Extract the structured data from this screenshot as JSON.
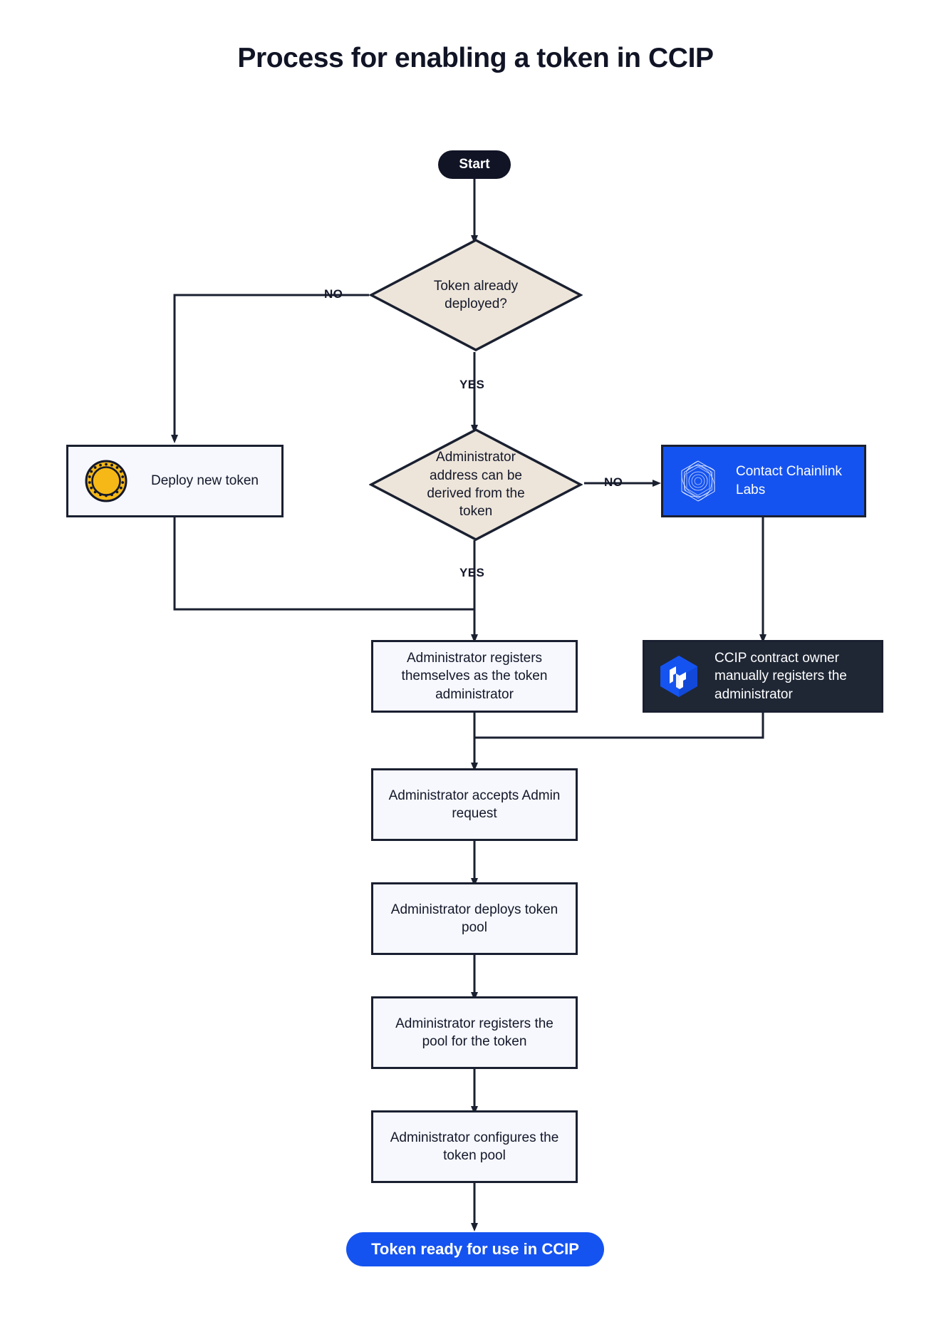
{
  "title": "Process for enabling a token in CCIP",
  "colors": {
    "ink": "#1A2030",
    "diamond_fill": "#EDE5DA",
    "box_fill": "#F6F8FD",
    "brand_blue": "#1553F0",
    "dark_navy": "#1F2735",
    "coin_gold": "#F5B816"
  },
  "nodes": {
    "start": {
      "label": "Start",
      "shape": "pill"
    },
    "decision_deployed": {
      "label": "Token already deployed?",
      "shape": "diamond"
    },
    "deploy_new_token": {
      "label": "Deploy new token",
      "shape": "process",
      "icon": "gold-coin-icon"
    },
    "decision_admin_derived": {
      "label": "Administrator address can be derived from the token",
      "shape": "diamond"
    },
    "contact_chainlink": {
      "label": "Contact Chainlink Labs",
      "shape": "process",
      "icon": "chainlink-spiral-icon"
    },
    "admin_registers_self": {
      "label": "Administrator registers themselves as the token administrator",
      "shape": "process"
    },
    "ccip_owner_registers": {
      "label": "CCIP contract owner manually registers the administrator",
      "shape": "process",
      "icon": "ccip-hexagon-icon"
    },
    "admin_accepts": {
      "label": "Administrator accepts Admin request",
      "shape": "process"
    },
    "admin_deploys_pool": {
      "label": "Administrator deploys token pool",
      "shape": "process"
    },
    "admin_registers_pool": {
      "label": "Administrator registers the pool for the token",
      "shape": "process"
    },
    "admin_configures_pool": {
      "label": "Administrator configures the token pool",
      "shape": "process"
    },
    "token_ready": {
      "label": "Token ready for use in CCIP",
      "shape": "pill"
    }
  },
  "edge_labels": {
    "deployed_no": "NO",
    "deployed_yes": "YES",
    "derived_no": "NO",
    "derived_yes": "YES"
  }
}
